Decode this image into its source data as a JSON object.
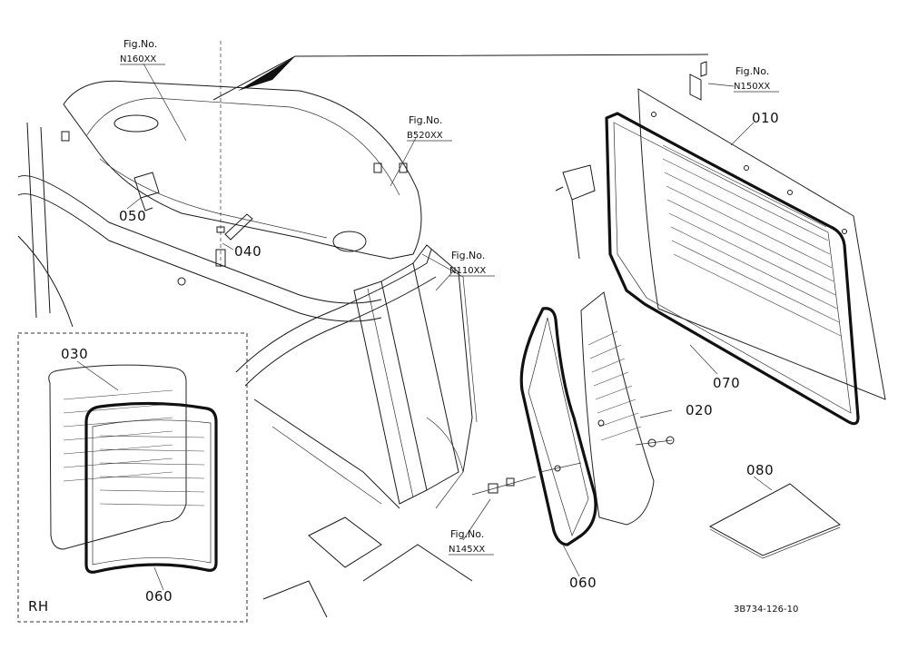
{
  "parts": {
    "p010": "010",
    "p020": "020",
    "p030": "030",
    "p040": "040",
    "p050": "050",
    "p060": "060",
    "p060_inset": "060",
    "p070": "070",
    "p080": "080"
  },
  "refs": {
    "n160": {
      "label": "Fig.No.",
      "code": "N160XX"
    },
    "n150": {
      "label": "Fig.No.",
      "code": "N150XX"
    },
    "b520": {
      "label": "Fig.No.",
      "code": "B520XX"
    },
    "n110": {
      "label": "Fig.No.",
      "code": "N110XX"
    },
    "n145": {
      "label": "Fig.No.",
      "code": "N145XX"
    }
  },
  "inset": {
    "side_label": "RH"
  },
  "drawing_code": "3B734-126-10"
}
